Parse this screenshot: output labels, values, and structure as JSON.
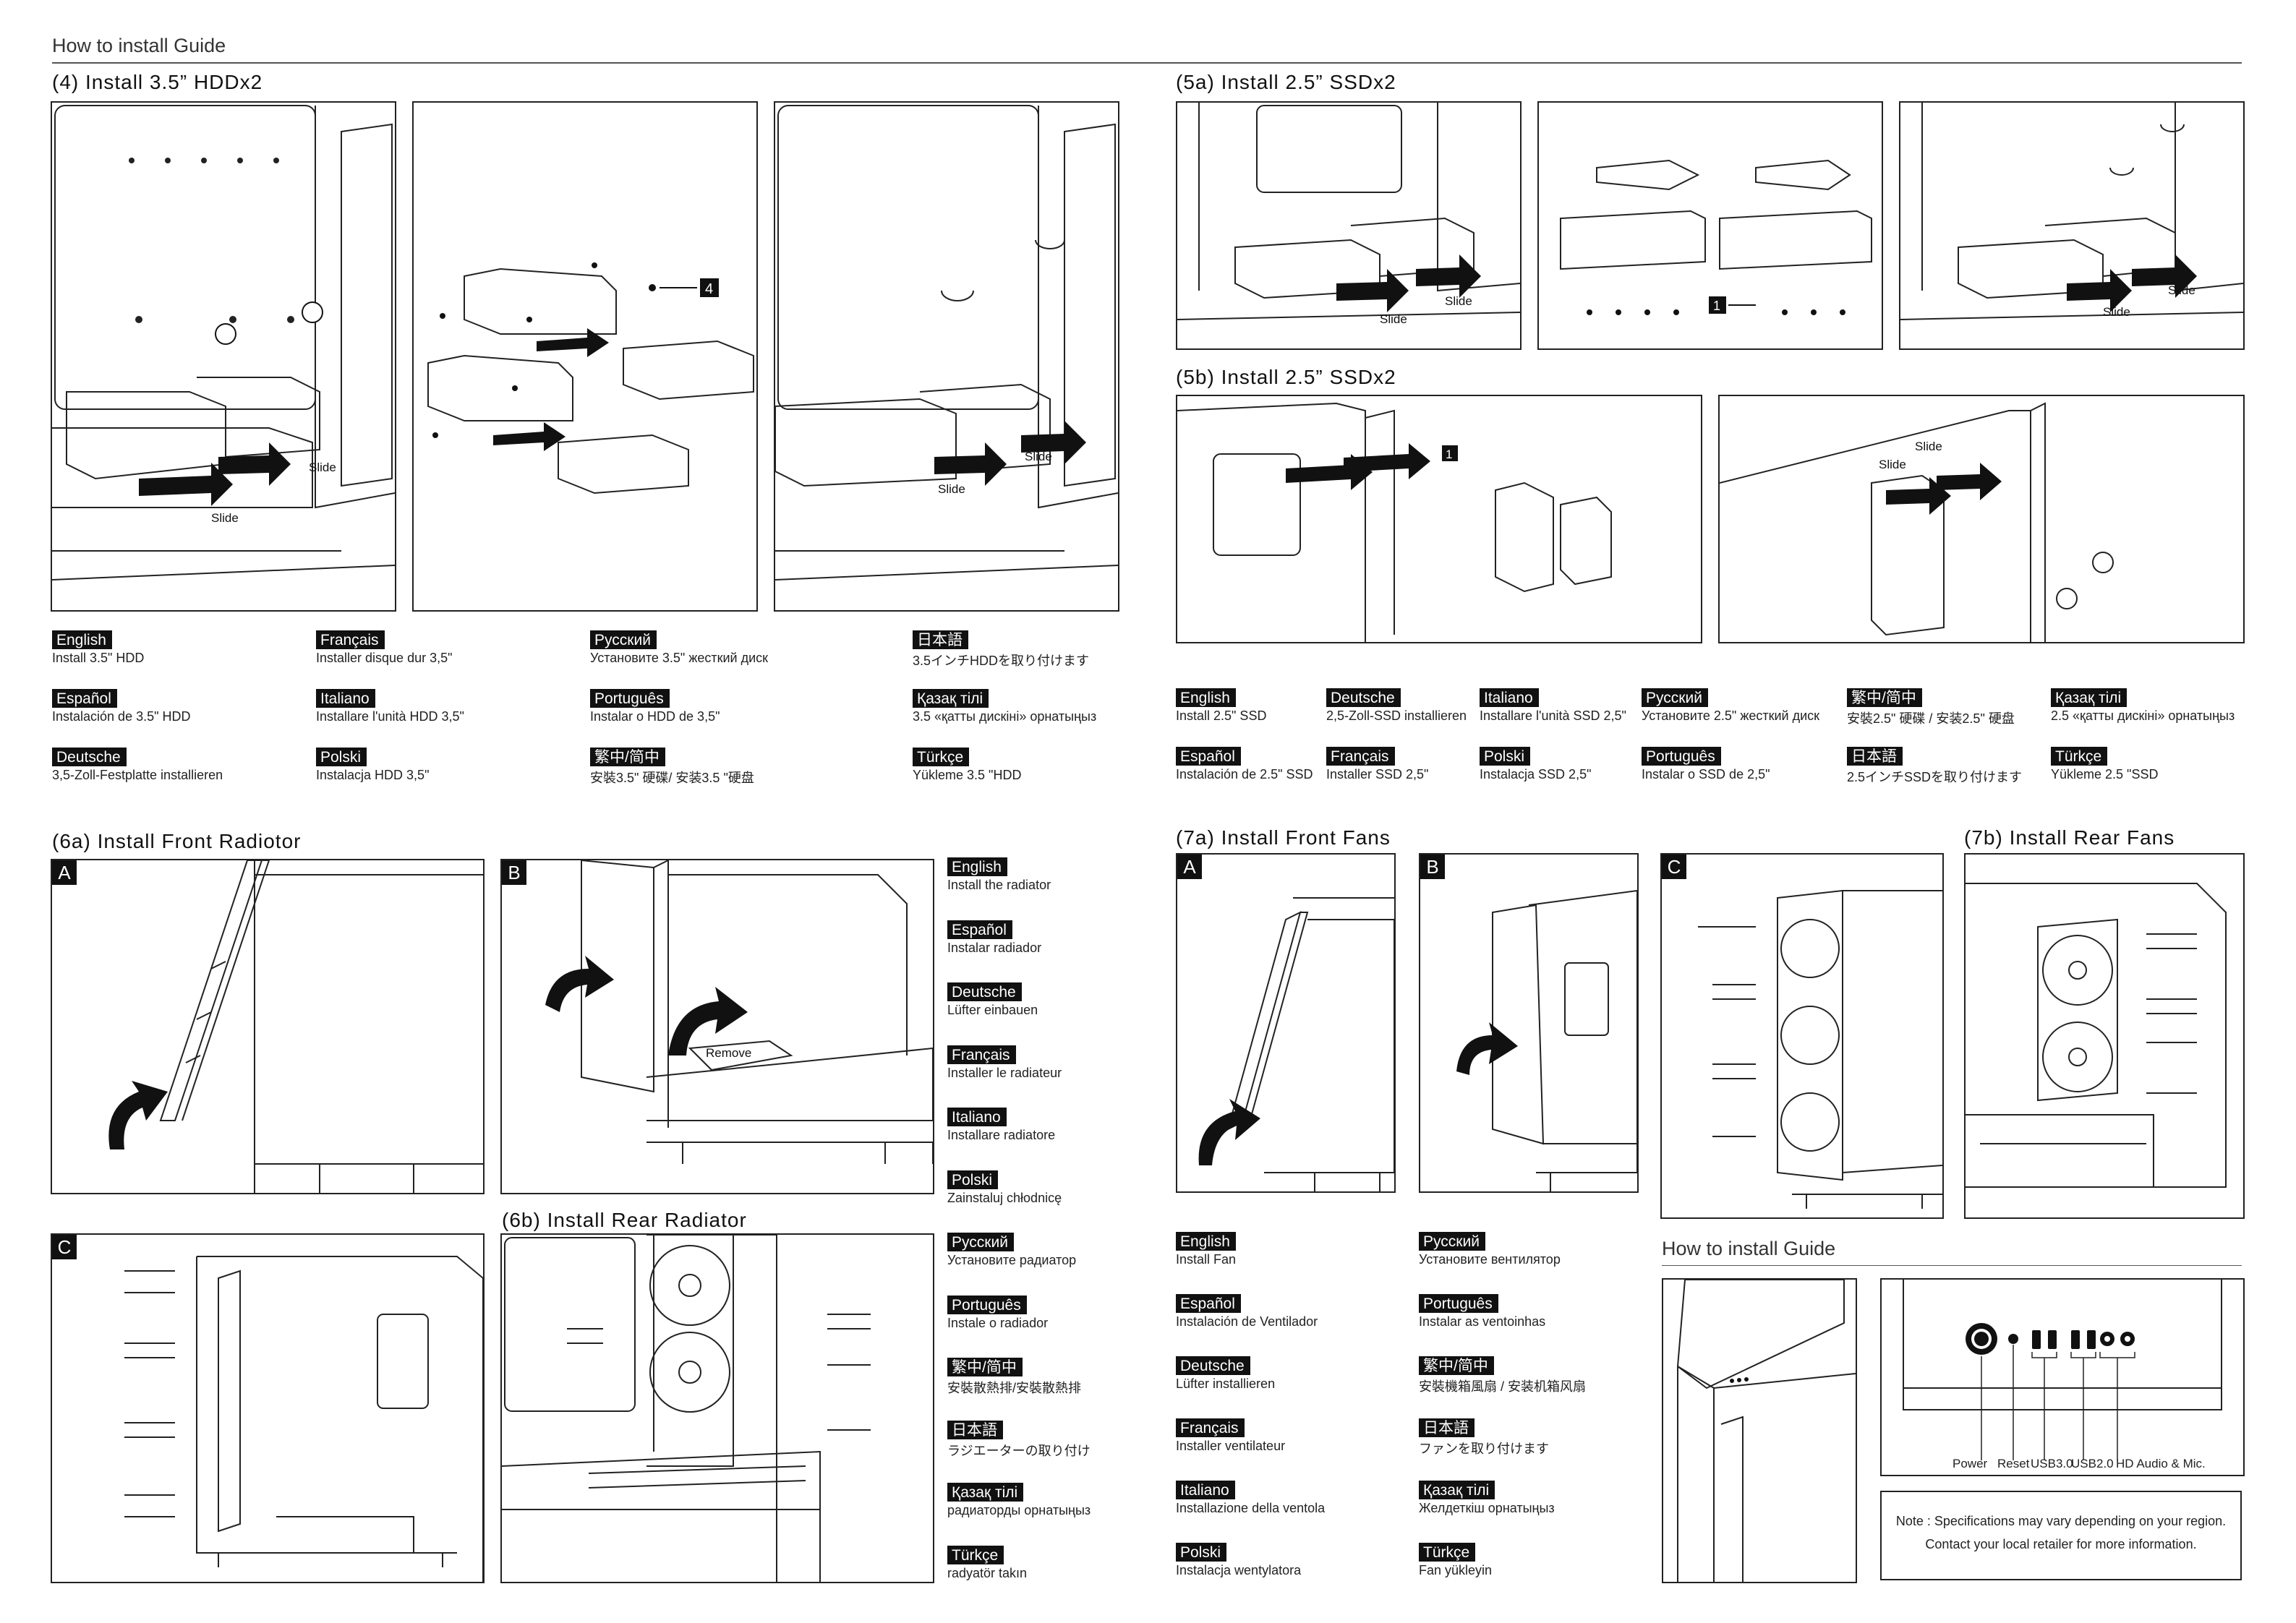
{
  "page": {
    "header_title": "How to install Guide"
  },
  "sections": {
    "s4": "(4) Install 3.5” HDDx2",
    "s5a": "(5a) Install 2.5” SSDx2",
    "s5b": "(5b) Install 2.5” SSDx2",
    "s6a": "(6a) Install Front Radiotor",
    "s6b": "(6b) Install Rear Radiator",
    "s7a": "(7a) Install Front Fans",
    "s7b": "(7b) Install Rear Fans",
    "guide2": "How to install Guide"
  },
  "labels": {
    "slide": "Slide",
    "remove": "Remove",
    "four": "4",
    "one": "1",
    "A": "A",
    "B": "B",
    "C": "C"
  },
  "hdd35": [
    {
      "lang": "English",
      "text": "Install 3.5\" HDD"
    },
    {
      "lang": "Español",
      "text": "Instalación de 3.5\" HDD"
    },
    {
      "lang": "Deutsche",
      "text": "3,5-Zoll-Festplatte installieren"
    },
    {
      "lang": "Français",
      "text": "Installer disque dur 3,5\""
    },
    {
      "lang": "Italiano",
      "text": "Installare l'unità HDD 3,5\""
    },
    {
      "lang": "Polski",
      "text": "Instalacja HDD 3,5\""
    },
    {
      "lang": "Русский",
      "text": "Установите 3.5\" жесткий диск"
    },
    {
      "lang": "Português",
      "text": "Instalar o HDD de 3,5\""
    },
    {
      "lang": "繁中/简中",
      "text": "安裝3.5\" 硬碟/ 安装3.5 \"硬盘"
    },
    {
      "lang": "日本語",
      "text": "3.5インチHDDを取り付けます"
    },
    {
      "lang": "Қазақ тілі",
      "text": "3.5 «қатты дискіні» орнатыңыз"
    },
    {
      "lang": "Türkçe",
      "text": "Yükleme 3.5 \"HDD"
    }
  ],
  "ssd25": [
    {
      "lang": "English",
      "text": "Install 2.5\" SSD"
    },
    {
      "lang": "Español",
      "text": "Instalación de 2.5\" SSD"
    },
    {
      "lang": "Deutsche",
      "text": "2,5-Zoll-SSD installieren"
    },
    {
      "lang": "Français",
      "text": "Installer SSD 2,5\""
    },
    {
      "lang": "Italiano",
      "text": "Installare l'unità SSD 2,5\""
    },
    {
      "lang": "Polski",
      "text": "Instalacja SSD 2,5\""
    },
    {
      "lang": "Русский",
      "text": "Установите 2.5\" жесткий диск"
    },
    {
      "lang": "Português",
      "text": "Instalar o SSD de 2,5\""
    },
    {
      "lang": "繁中/简中",
      "text": "安裝2.5\" 硬碟 / 安装2.5\" 硬盘"
    },
    {
      "lang": "日本語",
      "text": "2.5インチSSDを取り付けます"
    },
    {
      "lang": "Қазақ тілі",
      "text": "2.5 «қатты дискіні» орнатыңыз"
    },
    {
      "lang": "Türkçe",
      "text": "Yükleme 2.5 \"SSD"
    }
  ],
  "radiator": [
    {
      "lang": "English",
      "text": "Install the radiator"
    },
    {
      "lang": "Español",
      "text": "Instalar radiador"
    },
    {
      "lang": "Deutsche",
      "text": "Lüfter einbauen"
    },
    {
      "lang": "Français",
      "text": "Installer le radiateur"
    },
    {
      "lang": "Italiano",
      "text": "Installare radiatore"
    },
    {
      "lang": "Polski",
      "text": "Zainstaluj chłodnicę"
    },
    {
      "lang": "Русский",
      "text": "Установите радиатор"
    },
    {
      "lang": "Português",
      "text": "Instale o radiador"
    },
    {
      "lang": "繁中/简中",
      "text": "安裝散熱排/安裝散熱排"
    },
    {
      "lang": "日本語",
      "text": "ラジエーターの取り付け"
    },
    {
      "lang": "Қазақ тілі",
      "text": "радиаторды орнатыңыз"
    },
    {
      "lang": "Türkçe",
      "text": "radyatör takın"
    }
  ],
  "fans": [
    {
      "lang": "English",
      "text": "Install Fan"
    },
    {
      "lang": "Español",
      "text": "Instalación de Ventilador"
    },
    {
      "lang": "Deutsche",
      "text": "Lüfter installieren"
    },
    {
      "lang": "Français",
      "text": "Installer ventilateur"
    },
    {
      "lang": "Italiano",
      "text": "Installazione della ventola"
    },
    {
      "lang": "Polski",
      "text": "Instalacja wentylatora"
    },
    {
      "lang": "Русский",
      "text": "Установите вентилятор"
    },
    {
      "lang": "Português",
      "text": "Instalar as ventoinhas"
    },
    {
      "lang": "繁中/简中",
      "text": "安裝機箱風扇 / 安装机箱风扇"
    },
    {
      "lang": "日本語",
      "text": "ファンを取り付けます"
    },
    {
      "lang": "Қазақ тілі",
      "text": "Желдеткіш орнатыңыз"
    },
    {
      "lang": "Türkçe",
      "text": "Fan yükleyin"
    }
  ],
  "io": {
    "power": "Power",
    "reset": "Reset",
    "usb3": "USB3.0",
    "usb2": "USB2.0",
    "audio": "HD Audio & Mic.",
    "note_line1": "Note : Specifications may vary depending on your region.",
    "note_line2": "Contact your local retailer for more information."
  }
}
